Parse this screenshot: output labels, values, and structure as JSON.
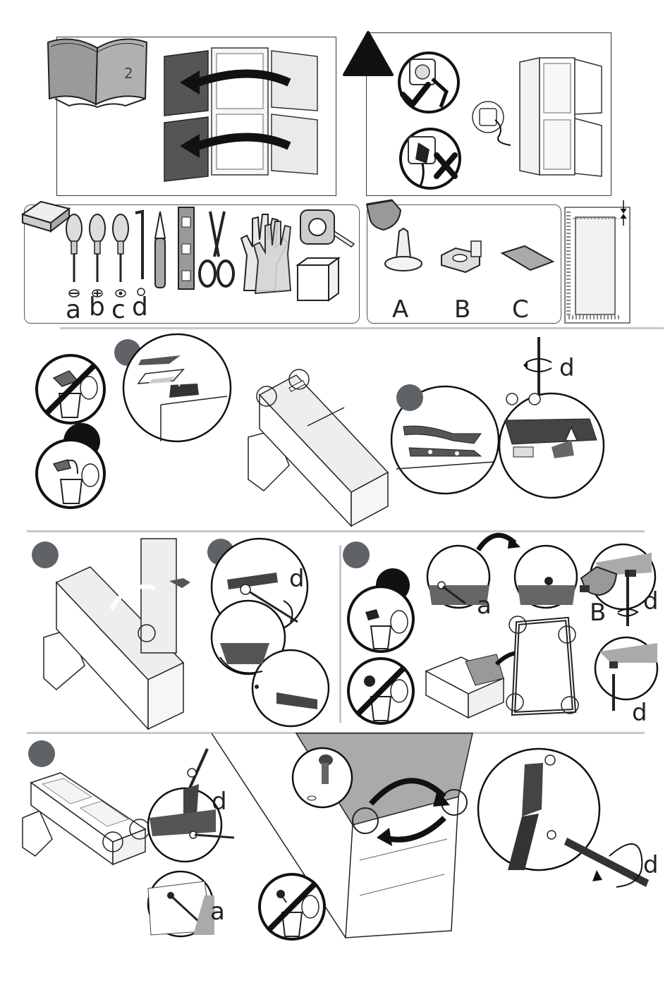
{
  "manual": {
    "page_number": "2"
  },
  "tools": {
    "labels": [
      "a",
      "b",
      "c",
      "d"
    ]
  },
  "parts": {
    "labels": [
      "A",
      "B",
      "C"
    ]
  },
  "steps": {
    "hinge_tool_label": "d",
    "door_tool_label": "d",
    "handle_tool_a": "a",
    "handle_part_b": "B",
    "handle_tool_d1": "d",
    "handle_tool_d2": "d",
    "bottom_tool_d1": "d",
    "bottom_tool_a": "a",
    "bottom_tool_d2": "d"
  },
  "colors": {
    "step_dot": "#5f6368",
    "warning": "#111111",
    "divider": "#c8c8c8",
    "door_dark": "#555555"
  },
  "icons": [
    "manual-book-icon",
    "warning-triangle-icon",
    "plug-ok-icon",
    "plug-no-icon",
    "toolbox-icon",
    "screwdriver-icon",
    "allen-key-icon",
    "knife-icon",
    "level-icon",
    "scissors-icon",
    "gloves-icon",
    "tape-measure-icon",
    "box-icon",
    "bag-icon",
    "no-trash-icon",
    "trash-icon",
    "rotate-arrow-icon"
  ]
}
